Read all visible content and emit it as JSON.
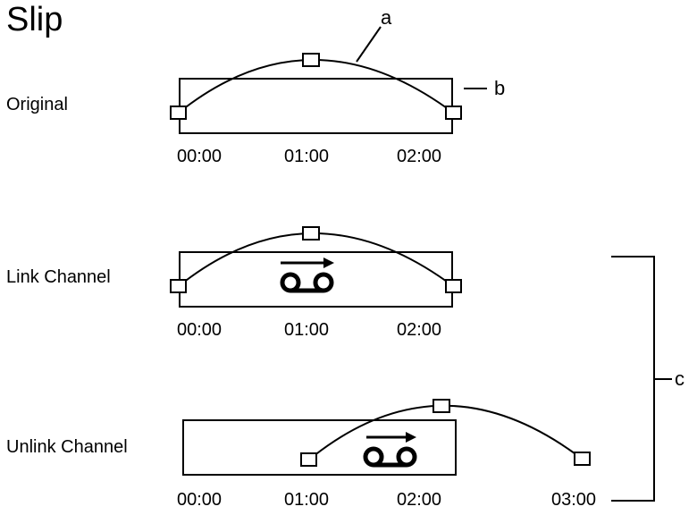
{
  "title": "Slip",
  "callouts": {
    "a": "a",
    "b": "b",
    "c": "c"
  },
  "rows": [
    {
      "label": "Original",
      "ticks": [
        "00:00",
        "01:00",
        "02:00"
      ]
    },
    {
      "label": "Link Channel",
      "ticks": [
        "00:00",
        "01:00",
        "02:00"
      ],
      "icon": "tape-loop-forward-icon"
    },
    {
      "label": "Unlink Channel",
      "ticks": [
        "00:00",
        "01:00",
        "02:00",
        "03:00"
      ],
      "icon": "tape-loop-forward-icon"
    }
  ]
}
